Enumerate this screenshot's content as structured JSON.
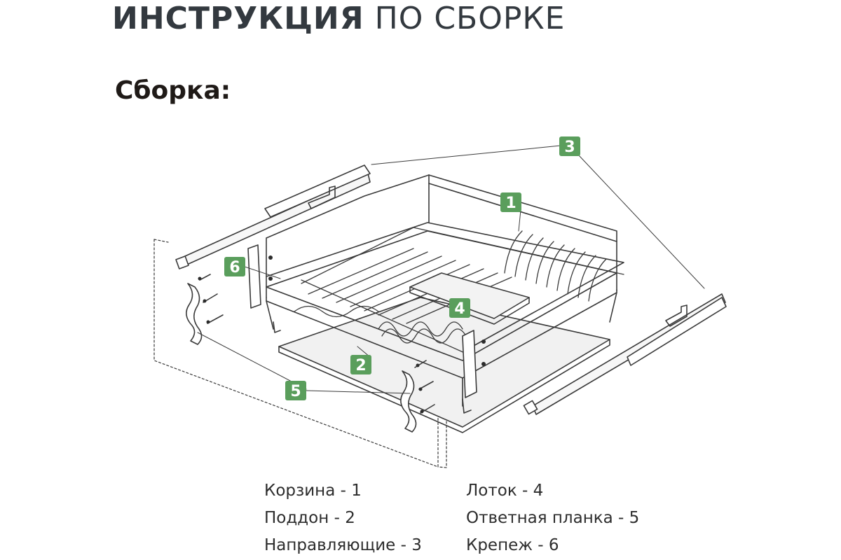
{
  "header": {
    "title_bold": "ИНСТРУКЦИЯ",
    "title_light": "ПО СБОРКЕ",
    "section": "Сборка:"
  },
  "diagram": {
    "badge_color": "#5a9e5c",
    "line_color": "#3a3a3a",
    "badges": [
      "1",
      "2",
      "3",
      "4",
      "5",
      "6"
    ]
  },
  "legend": {
    "col1": [
      "Корзина - 1",
      "Поддон - 2",
      "Направляющие - 3"
    ],
    "col2": [
      "Лоток - 4",
      "Ответная планка - 5",
      "Крепеж - 6"
    ]
  }
}
